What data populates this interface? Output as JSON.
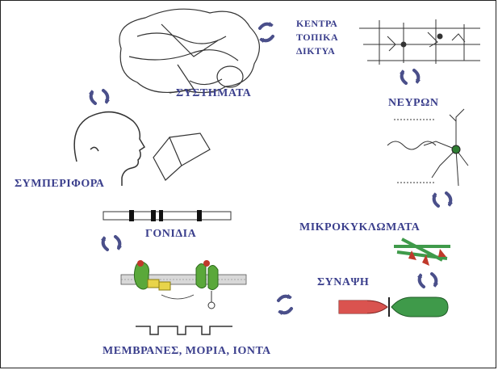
{
  "labels": {
    "systems": "ΣΥΣΤΗΜΑΤΑ",
    "centers_line1": "ΚΕΝΤΡΑ",
    "centers_line2": "ΤΟΠΙΚΑ",
    "centers_line3": "ΔΙΚΤΥΑ",
    "neuron": "ΝΕΥΡΩΝ",
    "behavior": "ΣΥΜΠΕΡΙΦΟΡΑ",
    "microcircuits": "ΜΙΚΡΟΚΥΚΛΩΜΑΤΑ",
    "genes": "ΓΟΝΙΔΙΑ",
    "synapse": "ΣΥΝΑΨΗ",
    "membranes": "ΜΕΜΒΡΑΝΕΣ, ΜΟΡΙΑ, ΙΟΝΤΑ"
  },
  "colors": {
    "label": "#3a3e8c",
    "arrow": "#4a4f8a",
    "protein_green": "#5aa83a",
    "synapse_red": "#d9534f",
    "synapse_green": "#3f9a4a"
  }
}
